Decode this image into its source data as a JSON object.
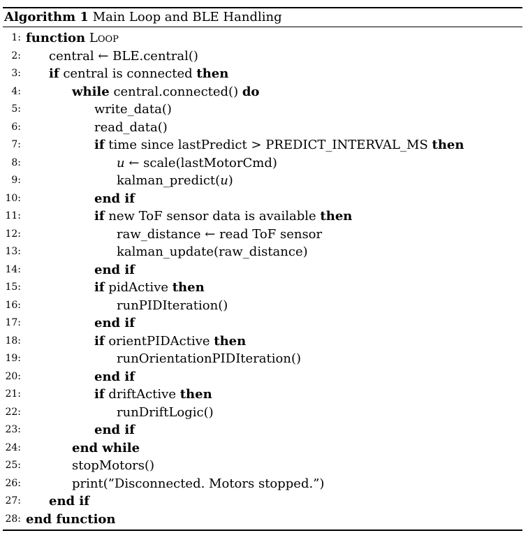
{
  "caption": {
    "label": "Algorithm 1",
    "title": "Main Loop and BLE Handling"
  },
  "lines": [
    {
      "n": "1:",
      "indent": 0,
      "html": "<span class=\"kw\">function</span> <span class=\"sc\">Loop</span>"
    },
    {
      "n": "2:",
      "indent": 1,
      "html": "central ← BLE.central()"
    },
    {
      "n": "3:",
      "indent": 1,
      "html": "<span class=\"kw\">if</span> central is connected <span class=\"kw\">then</span>"
    },
    {
      "n": "4:",
      "indent": 2,
      "html": "<span class=\"kw\">while</span> central.connected() <span class=\"kw\">do</span>"
    },
    {
      "n": "5:",
      "indent": 3,
      "html": "write_data()"
    },
    {
      "n": "6:",
      "indent": 3,
      "html": "read_data()"
    },
    {
      "n": "7:",
      "indent": 3,
      "html": "<span class=\"kw\">if</span> time since lastPredict &gt; PREDICT_INTERVAL_MS <span class=\"kw\">then</span>"
    },
    {
      "n": "8:",
      "indent": 4,
      "html": "<span class=\"it\">u</span> ← scale(lastMotorCmd)"
    },
    {
      "n": "9:",
      "indent": 4,
      "html": "kalman_predict(<span class=\"it\">u</span>)"
    },
    {
      "n": "10:",
      "indent": 3,
      "html": "<span class=\"kw\">end if</span>"
    },
    {
      "n": "11:",
      "indent": 3,
      "html": "<span class=\"kw\">if</span> new ToF sensor data is available <span class=\"kw\">then</span>"
    },
    {
      "n": "12:",
      "indent": 4,
      "html": "raw_distance ← read ToF sensor"
    },
    {
      "n": "13:",
      "indent": 4,
      "html": "kalman_update(raw_distance)"
    },
    {
      "n": "14:",
      "indent": 3,
      "html": "<span class=\"kw\">end if</span>"
    },
    {
      "n": "15:",
      "indent": 3,
      "html": "<span class=\"kw\">if</span> pidActive <span class=\"kw\">then</span>"
    },
    {
      "n": "16:",
      "indent": 4,
      "html": "runPIDIteration()"
    },
    {
      "n": "17:",
      "indent": 3,
      "html": "<span class=\"kw\">end if</span>"
    },
    {
      "n": "18:",
      "indent": 3,
      "html": "<span class=\"kw\">if</span> orientPIDActive <span class=\"kw\">then</span>"
    },
    {
      "n": "19:",
      "indent": 4,
      "html": "runOrientationPIDIteration()"
    },
    {
      "n": "20:",
      "indent": 3,
      "html": "<span class=\"kw\">end if</span>"
    },
    {
      "n": "21:",
      "indent": 3,
      "html": "<span class=\"kw\">if</span> driftActive <span class=\"kw\">then</span>"
    },
    {
      "n": "22:",
      "indent": 4,
      "html": "runDriftLogic()"
    },
    {
      "n": "23:",
      "indent": 3,
      "html": "<span class=\"kw\">end if</span>"
    },
    {
      "n": "24:",
      "indent": 2,
      "html": "<span class=\"kw\">end while</span>"
    },
    {
      "n": "25:",
      "indent": 2,
      "html": "stopMotors()"
    },
    {
      "n": "26:",
      "indent": 2,
      "html": "print(”Disconnected. Motors stopped.”)"
    },
    {
      "n": "27:",
      "indent": 1,
      "html": "<span class=\"kw\">end if</span>"
    },
    {
      "n": "28:",
      "indent": 0,
      "html": "<span class=\"kw\">end function</span>"
    }
  ]
}
